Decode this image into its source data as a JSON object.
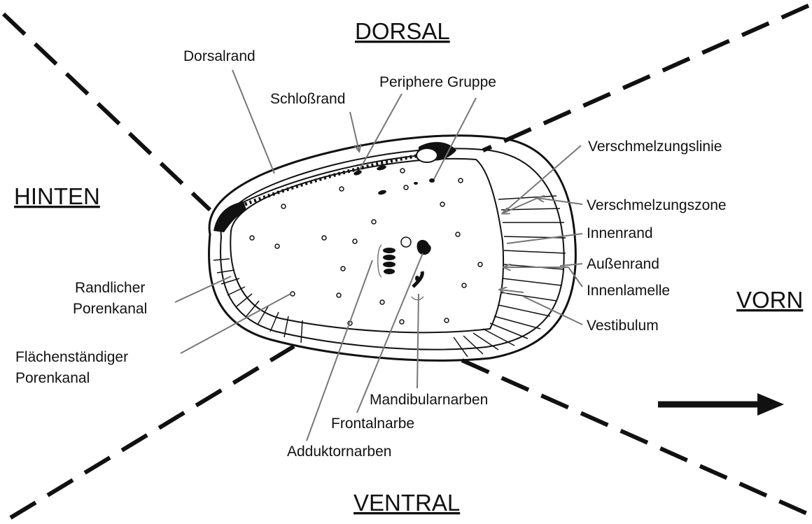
{
  "directions": {
    "dorsal": "DORSAL",
    "ventral": "VENTRAL",
    "hinten": "HINTEN",
    "vorn": "VORN"
  },
  "labels": {
    "dorsalrand": "Dorsalrand",
    "schlossrand": "Schloßrand",
    "periphere_gruppe": "Periphere Gruppe",
    "verschmelzungslinie": "Verschmelzungslinie",
    "verschmelzungszone": "Verschmelzungszone",
    "innenrand": "Innenrand",
    "aussenrand": "Außenrand",
    "innenlamelle": "Innenlamelle",
    "vestibulum": "Vestibulum",
    "randlicher_line1": "Randlicher",
    "randlicher_line2": "Porenkanal",
    "flaechen_line1": "Flächenständiger",
    "flaechen_line2": "Porenkanal",
    "mandibularnarben": "Mandibularnarben",
    "frontalnarbe": "Frontalnarbe",
    "adduktornarben": "Adduktornarben"
  },
  "colors": {
    "ink": "#111111",
    "leader": "#777777",
    "background": "#ffffff"
  },
  "icons": {
    "direction_arrow": "right-arrow-icon"
  }
}
